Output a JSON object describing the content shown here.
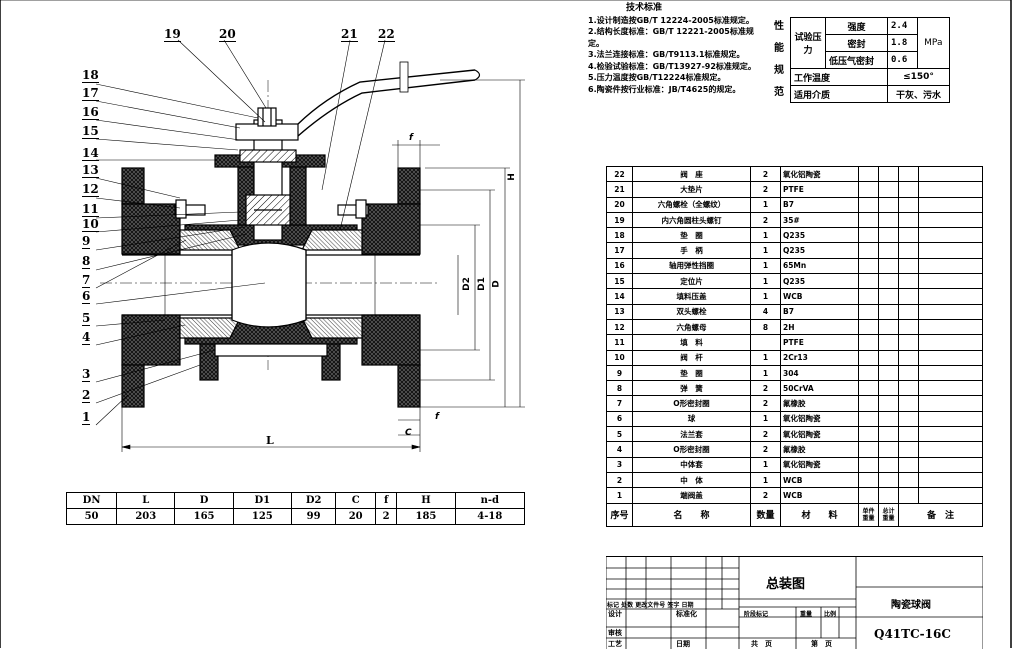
{
  "tech_requirements": {
    "title": "技术标准",
    "lines": [
      "1.设计制造按GB/T 12224-2005标准规定。",
      "2.结构长度标准：GB/T 12221-2005标准规定。",
      "3.法兰连接标准：GB/T9113.1标准规定。",
      "4.检验试验标准：GB/T13927-92标准规定。",
      "5.压力温度按GB/T12224标准规定。",
      "6.陶瓷件按行业标准：JB/T4625的规定。"
    ]
  },
  "performance": {
    "side_label": [
      "性",
      "能",
      "规",
      "范"
    ],
    "test_pressure": "试验压力",
    "rows": [
      {
        "item": "强度",
        "value": "2.4",
        "unit": "MPa"
      },
      {
        "item": "密封",
        "value": "1.8",
        "unit": ""
      },
      {
        "item": "低压气密封",
        "value": "0.6",
        "unit": ""
      }
    ],
    "work_temp_label": "工作温度",
    "work_temp": "≤150°",
    "medium_label": "适用介质",
    "medium": "干灰、污水"
  },
  "parts_header": {
    "no": "序号",
    "name": "名　　称",
    "qty": "数量",
    "material": "材　　料",
    "unit_weight": "单件重量",
    "total_weight": "总计重量",
    "remark": "备　注"
  },
  "parts": [
    {
      "no": "22",
      "name": "阀　座",
      "qty": "2",
      "material": "氧化铝陶瓷"
    },
    {
      "no": "21",
      "name": "大垫片",
      "qty": "2",
      "material": "PTFE"
    },
    {
      "no": "20",
      "name": "六角螺栓（全螺纹）",
      "qty": "1",
      "material": "B7"
    },
    {
      "no": "19",
      "name": "内六角圆柱头螺钉",
      "qty": "2",
      "material": "35#"
    },
    {
      "no": "18",
      "name": "垫　圈",
      "qty": "1",
      "material": "Q235"
    },
    {
      "no": "17",
      "name": "手　柄",
      "qty": "1",
      "material": "Q235"
    },
    {
      "no": "16",
      "name": "轴用弹性挡圈",
      "qty": "1",
      "material": "65Mn"
    },
    {
      "no": "15",
      "name": "定位片",
      "qty": "1",
      "material": "Q235"
    },
    {
      "no": "14",
      "name": "填料压盖",
      "qty": "1",
      "material": "WCB"
    },
    {
      "no": "13",
      "name": "双头螺栓",
      "qty": "4",
      "material": "B7"
    },
    {
      "no": "12",
      "name": "六角螺母",
      "qty": "8",
      "material": "2H"
    },
    {
      "no": "11",
      "name": "填　料",
      "qty": "",
      "material": "PTFE"
    },
    {
      "no": "10",
      "name": "阀　杆",
      "qty": "1",
      "material": "2Cr13"
    },
    {
      "no": "9",
      "name": "垫　圈",
      "qty": "1",
      "material": "304"
    },
    {
      "no": "8",
      "name": "弹　簧",
      "qty": "2",
      "material": "50CrVA"
    },
    {
      "no": "7",
      "name": "O形密封圈",
      "qty": "2",
      "material": "氟橡胶"
    },
    {
      "no": "6",
      "name": "球",
      "qty": "1",
      "material": "氧化铝陶瓷"
    },
    {
      "no": "5",
      "name": "法兰套",
      "qty": "2",
      "material": "氧化铝陶瓷"
    },
    {
      "no": "4",
      "name": "O形密封圈",
      "qty": "2",
      "material": "氟橡胶"
    },
    {
      "no": "3",
      "name": "中体套",
      "qty": "1",
      "material": "氧化铝陶瓷"
    },
    {
      "no": "2",
      "name": "中　体",
      "qty": "1",
      "material": "WCB"
    },
    {
      "no": "1",
      "name": "端阀盖",
      "qty": "2",
      "material": "WCB"
    }
  ],
  "dimensions": {
    "headers": [
      "DN",
      "L",
      "D",
      "D1",
      "D2",
      "C",
      "f",
      "H",
      "n-d"
    ],
    "values": [
      "50",
      "203",
      "165",
      "125",
      "99",
      "20",
      "2",
      "185",
      "4-18"
    ]
  },
  "title_block": {
    "drawing_title": "总装图",
    "product_name": "陶瓷球阀",
    "model": "Q41TC-16C",
    "labels": [
      "标记",
      "处数",
      "更改文件号",
      "签字",
      "日期",
      "设计",
      "标准化",
      "阶段标记",
      "重量",
      "比例",
      "审核",
      "工艺",
      "日期",
      "共　页",
      "第　页"
    ]
  },
  "drawing": {
    "callouts_left": [
      "18",
      "17",
      "16",
      "15",
      "14",
      "13",
      "12",
      "11",
      "10",
      "9",
      "8",
      "7",
      "6",
      "5",
      "4",
      "3",
      "2",
      "1"
    ],
    "callouts_top": [
      "19",
      "20",
      "21",
      "22"
    ],
    "dim_labels": {
      "L": "L",
      "H": "H",
      "D": "D",
      "D1": "D1",
      "D2": "D2",
      "f": "f",
      "C": "C"
    }
  }
}
